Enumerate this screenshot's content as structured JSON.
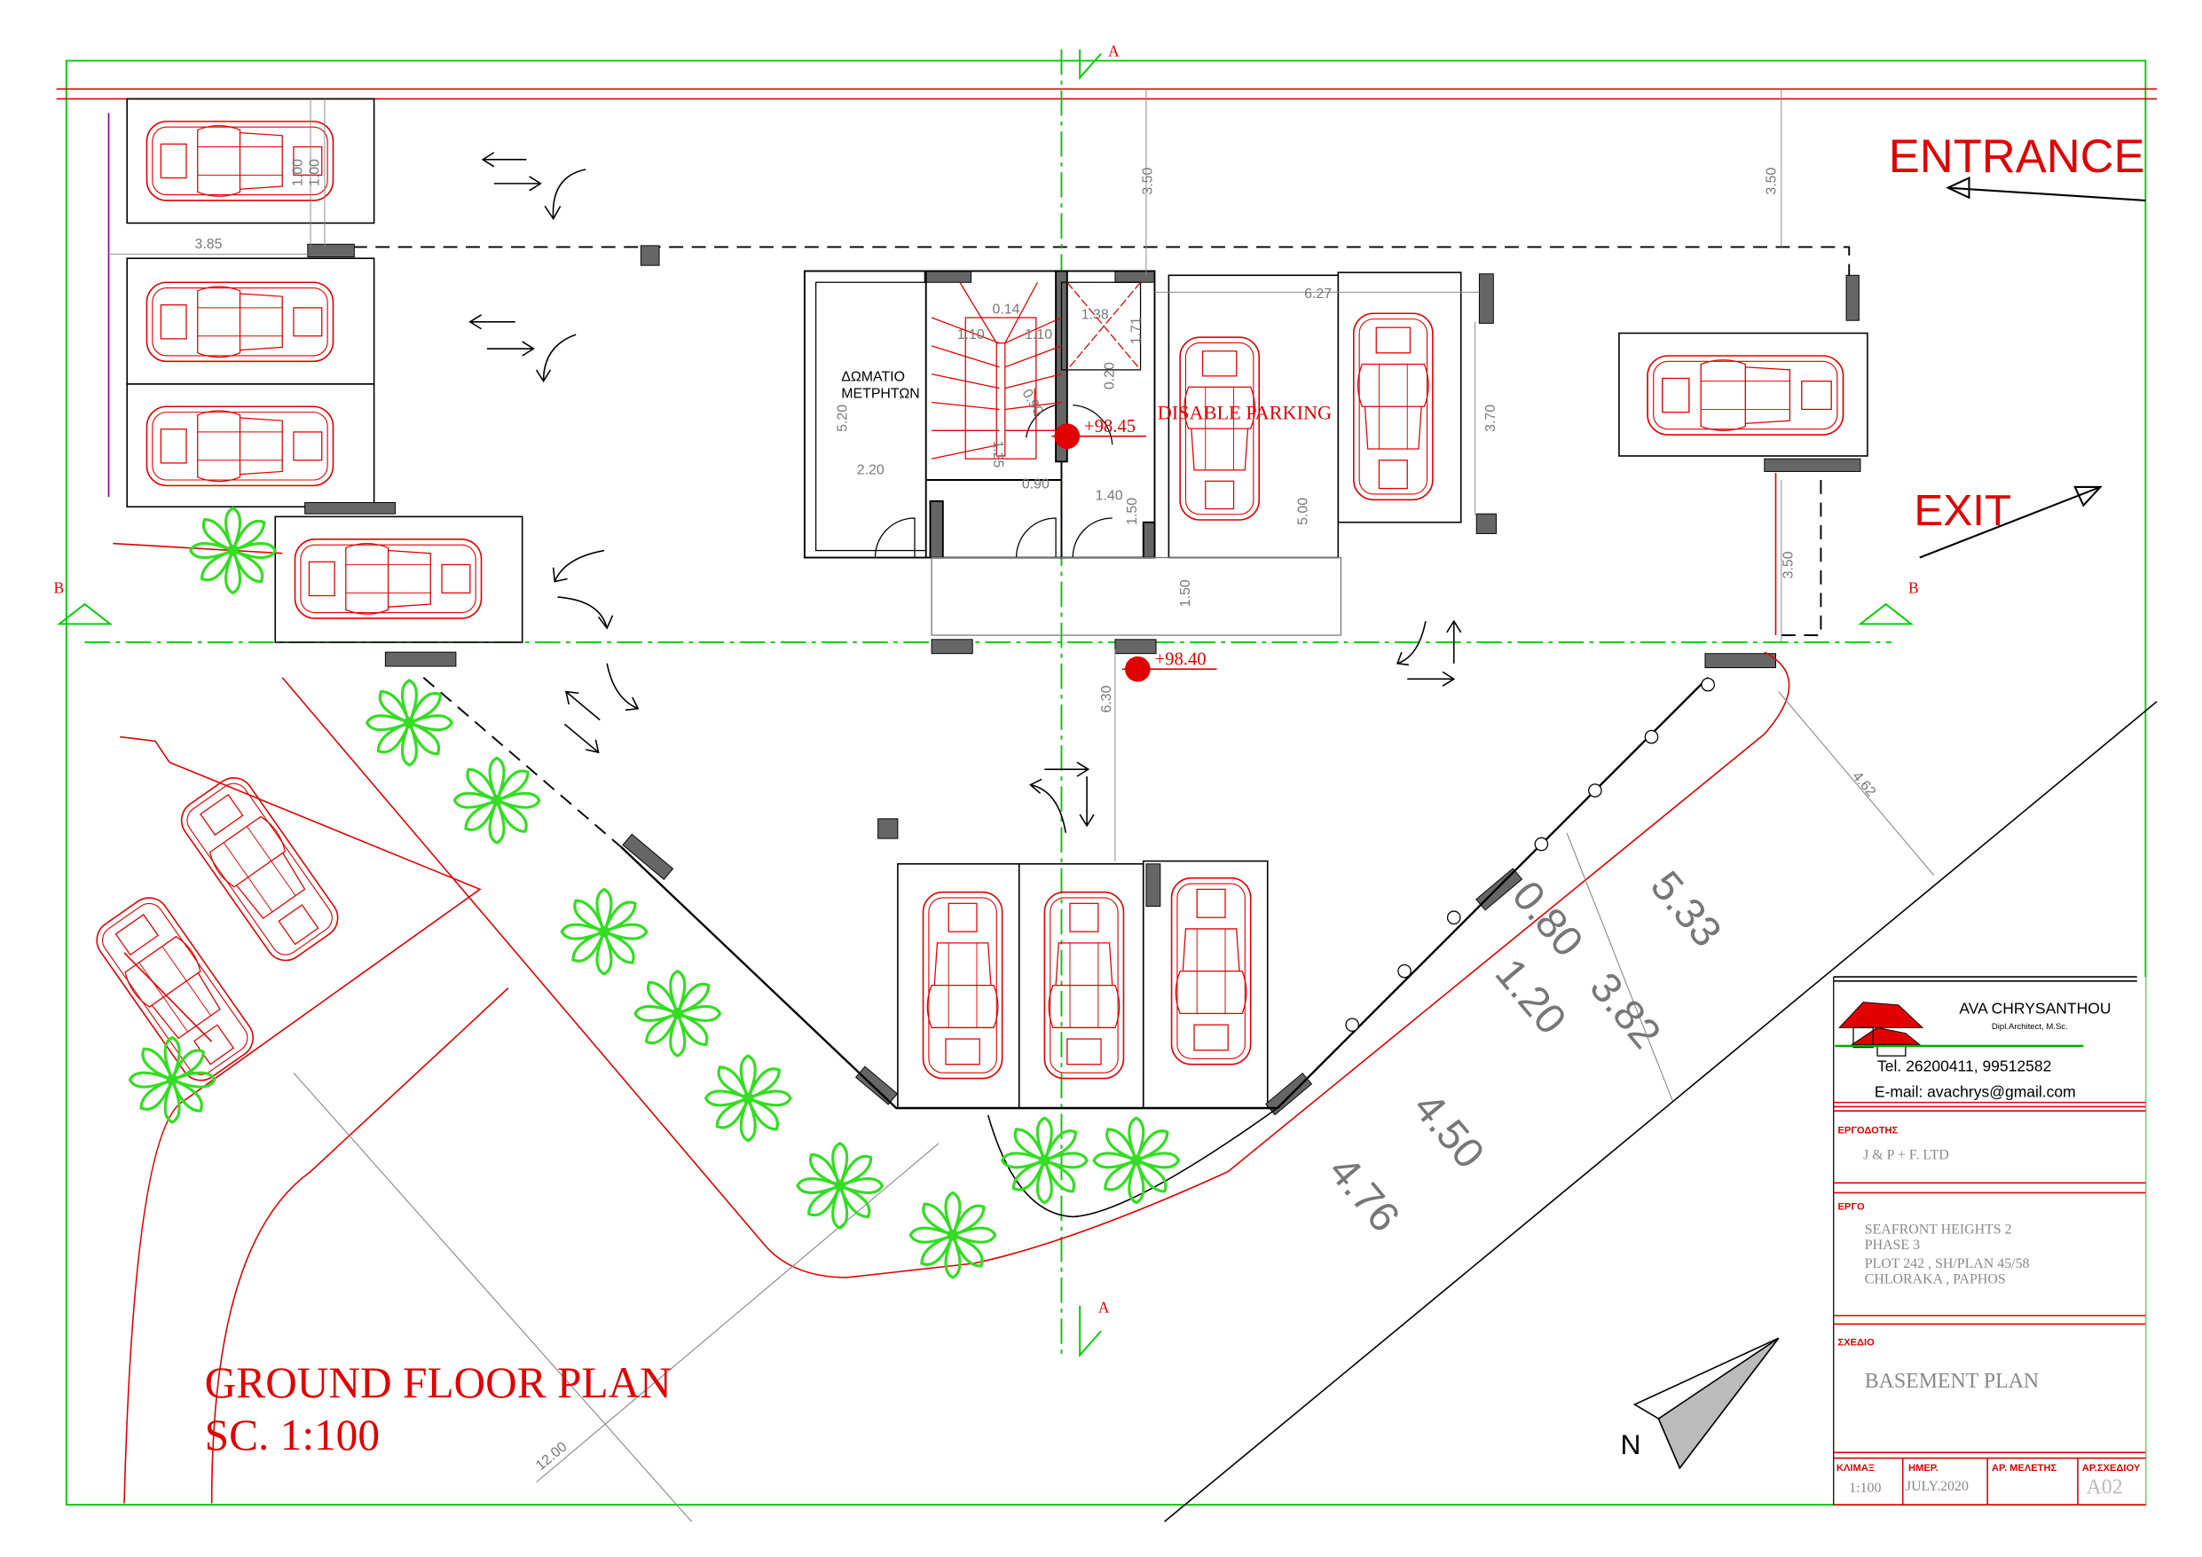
{
  "drawing": {
    "title": "GROUND FLOOR  PLAN",
    "scale_note": "SC. 1:100",
    "entrance_label": "ENTRANCE",
    "exit_label": "EXIT",
    "section_a": "A",
    "section_b": "B",
    "north_label": "N",
    "room_label_line1": "ΔΩΜΑΤΙΟ",
    "room_label_line2": "ΜΕΤΡΗΤΩΝ",
    "disable_parking": "DISABLE PARKING",
    "level_upper": "+98.45",
    "level_lower": "+98.40",
    "dimensions": {
      "d385": "3.85",
      "d350a": "3.50",
      "d350b": "3.50",
      "d350c": "3.50",
      "d627": "6.27",
      "d370": "3.70",
      "d520": "5.20",
      "d220": "2.20",
      "d090a": "0.90",
      "d090b": "0.90",
      "d140": "1.40",
      "d150a": "1.50",
      "d150b": "1.50",
      "d630": "6.30",
      "d138": "1.38",
      "d171": "1.71",
      "d020": "0.20",
      "d014": "0.14",
      "d110a": "1.10",
      "d110b": "1.10",
      "d125": "1.25",
      "d500": "5.00",
      "d533": "5.33",
      "d382": "3.82",
      "d080": "0.80",
      "d120": "1.20",
      "d450": "4.50",
      "d476": "4.76",
      "d462": "4.62",
      "d1200": "12.00",
      "d100a": "1.00",
      "d100b": "1.00"
    }
  },
  "title_block": {
    "architect_name": "AVA CHRYSANTHOU",
    "architect_title": "Dipl.Architect, M.Sc.",
    "tel": "Tel. 26200411, 99512582",
    "email": "E-mail: avachrys@gmail.com",
    "client_label": "ΕΡΓΟΔΟΤΗΣ",
    "client": "J & P + F.  LTD",
    "project_label": "ΕΡΓΟ",
    "project_lines": [
      "SEAFRONT HEIGHTS 2",
      "PHASE 3",
      "PLOT  242 , SH/PLAN  45/58",
      "CHLORAKA , PAPHOS"
    ],
    "drawing_label": "ΣΧΕΔΙΟ",
    "drawing_name": "BASEMENT PLAN",
    "scale_label": "ΚΛΙΜΑΞ",
    "scale": "1:100",
    "date_label": "ΗΜΕΡ.",
    "date": "JULY.2020",
    "study_no_label": "ΑΡ.  ΜΕΛΕΤΗΣ",
    "sheet_no_label": "ΑΡ.ΣΧΕΔΙΟΥ",
    "sheet_no": "A02"
  },
  "colors": {
    "border": "#00cc00",
    "red": "#e00000",
    "tree": "#33dd22",
    "column": "#666666"
  }
}
